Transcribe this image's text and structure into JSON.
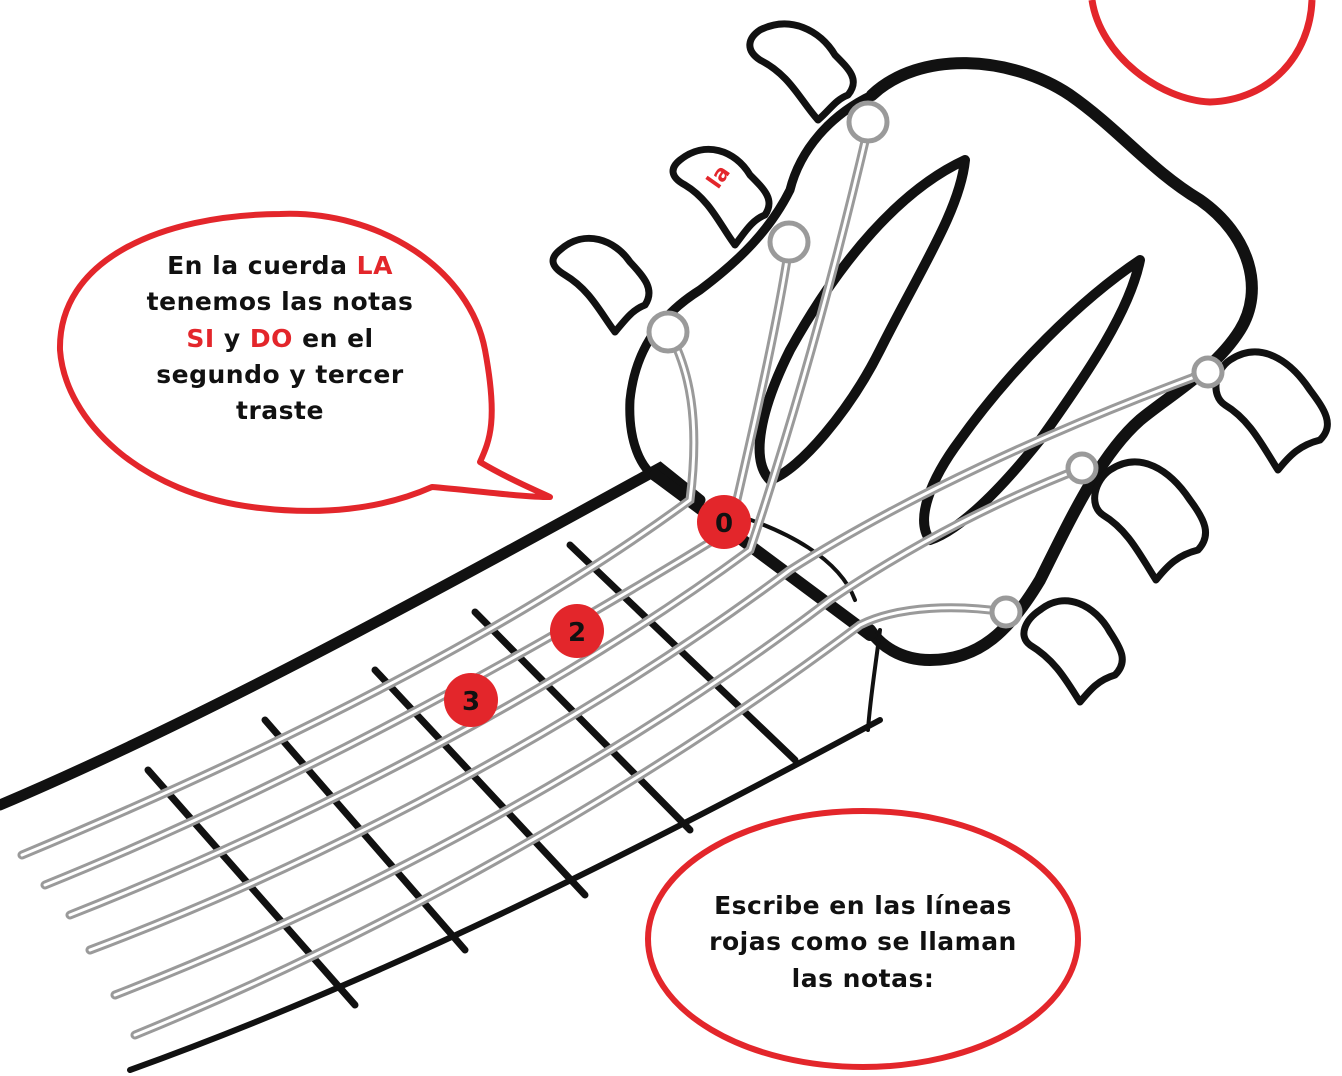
{
  "bubble_top": {
    "line1_prefix": "En la cuerda ",
    "line1_highlight": "LA",
    "line2": "tenemos las notas",
    "line3_highlight_a": "SI",
    "line3_mid": " y ",
    "line3_highlight_b": "DO",
    "line3_suffix": " en el",
    "line4": "segundo y tercer",
    "line5": "traste"
  },
  "bubble_bottom": {
    "line1": "Escribe en las líneas",
    "line2": "rojas como se llaman",
    "line3": "las notas:"
  },
  "peg_label": "la",
  "fret_markers": [
    {
      "label": "0"
    },
    {
      "label": "2"
    },
    {
      "label": "3"
    }
  ],
  "colors": {
    "accent_red": "#e3262b",
    "ink": "#111111",
    "string_gray": "#9a9a9a"
  }
}
